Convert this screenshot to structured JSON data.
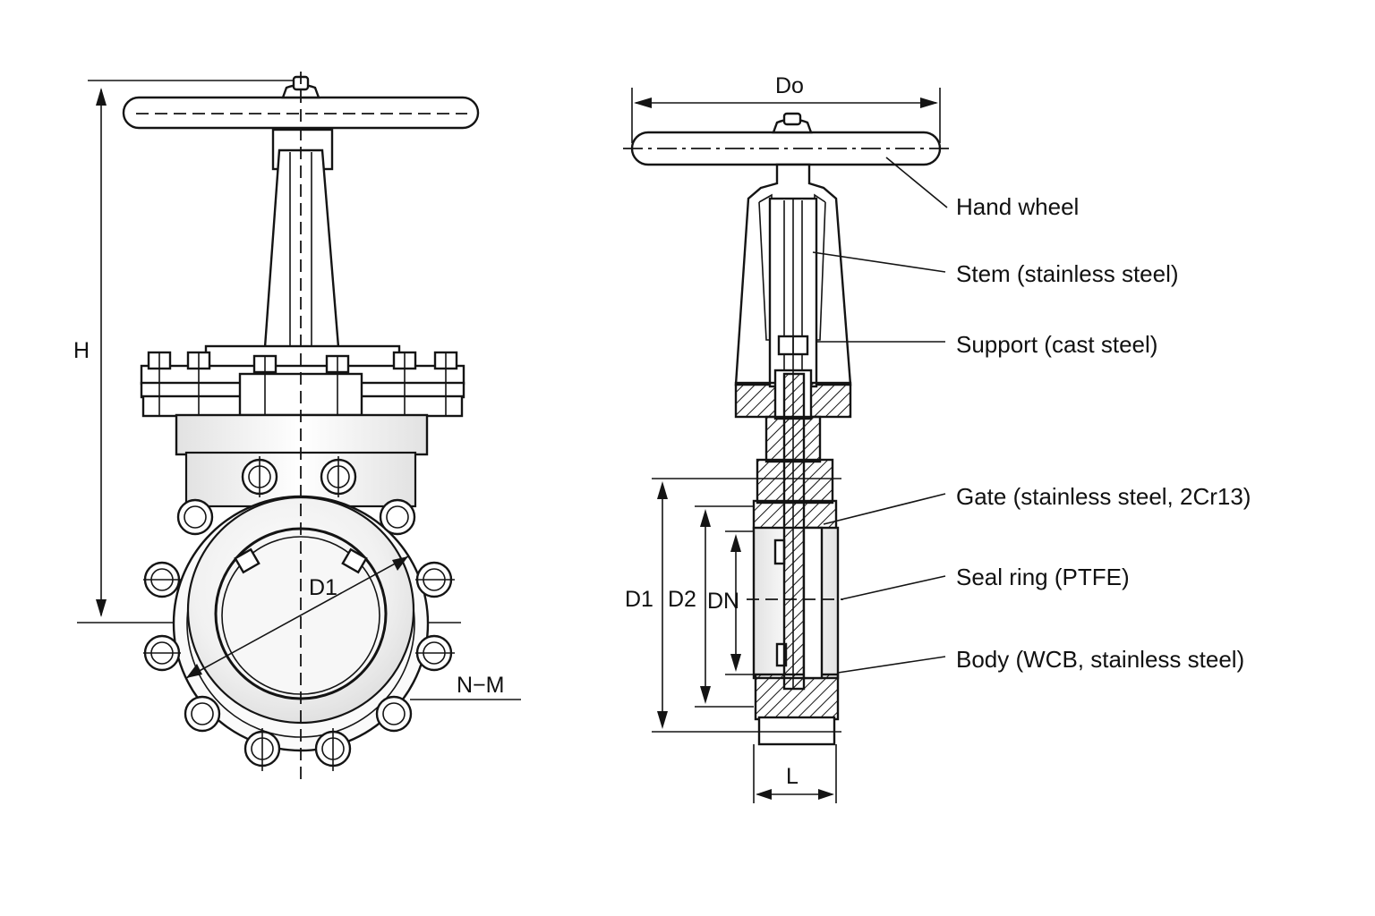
{
  "dimensions": {
    "H": "H",
    "D1": "D1",
    "N_M": "N−M",
    "Do": "Do",
    "side_D1": "D1",
    "side_D2": "D2",
    "DN": "DN",
    "L": "L"
  },
  "callouts": [
    {
      "text": "Hand wheel"
    },
    {
      "text": "Stem (stainless steel)"
    },
    {
      "text": "Support (cast steel)"
    },
    {
      "text": "Gate (stainless steel, 2Cr13)"
    },
    {
      "text": "Seal ring (PTFE)"
    },
    {
      "text": "Body (WCB, stainless steel)"
    }
  ],
  "colors": {
    "line": "#141414",
    "background": "#ffffff"
  }
}
